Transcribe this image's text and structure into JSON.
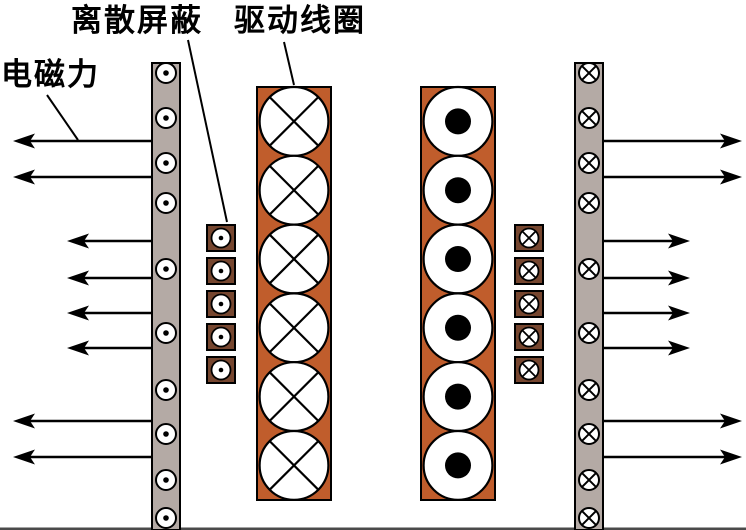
{
  "labels": {
    "discrete_shield": "离散屏蔽",
    "drive_coil": "驱动线圈",
    "electromagnetic_force": "电磁力"
  },
  "colors": {
    "plate": "#b4aaa5",
    "coil": "#c05d2c",
    "shield": "#76462f",
    "line": "#000000",
    "symbol_fill": "#ffffff",
    "background": "#ffffff",
    "bottom_edge": "#4a4a4a"
  },
  "components": {
    "left_plate": {
      "role": "shielded plate",
      "current_symbol": "dot",
      "symbol_count": 10
    },
    "right_plate": {
      "role": "shielded plate",
      "current_symbol": "cross",
      "symbol_count": 10
    },
    "left_coil": {
      "role": "drive coil",
      "current_symbol": "cross",
      "turns": 6
    },
    "right_coil": {
      "role": "drive coil",
      "current_symbol": "dot",
      "turns": 6
    },
    "left_shield": {
      "role": "discrete shield",
      "current_symbol": "dot",
      "elements": 5
    },
    "right_shield": {
      "role": "discrete shield",
      "current_symbol": "cross",
      "elements": 5
    },
    "left_arrows": {
      "direction": "left",
      "count": 8,
      "pattern": [
        "long",
        "long",
        "short",
        "short",
        "short",
        "short",
        "long",
        "long"
      ]
    },
    "right_arrows": {
      "direction": "right",
      "count": 8,
      "pattern": [
        "long",
        "long",
        "short",
        "short",
        "short",
        "short",
        "long",
        "long"
      ]
    }
  }
}
